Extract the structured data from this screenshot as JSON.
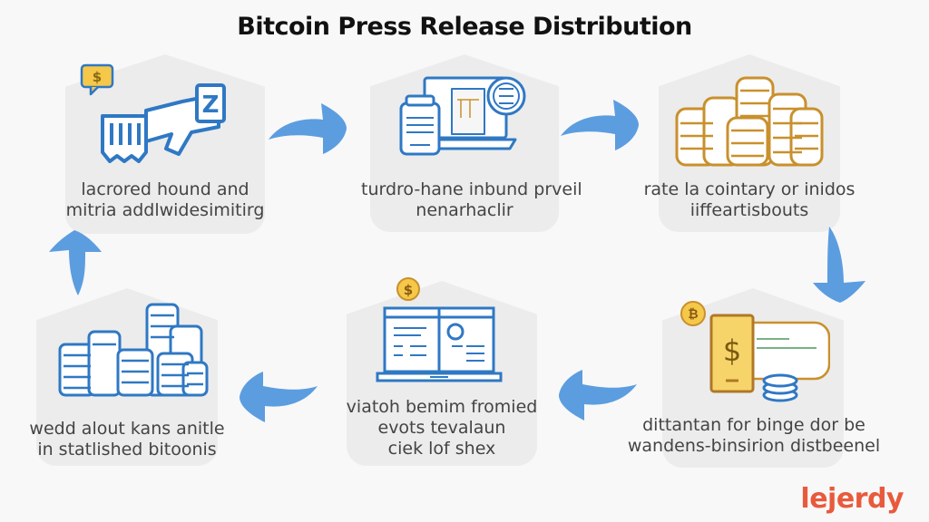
{
  "title": "Bitcoin Press Release Distribution",
  "colors": {
    "background": "#f8f8f8",
    "card": "#ececec",
    "arrow": "#5c9de0",
    "icon_blue": "#2f78c4",
    "icon_gold": "#c9902c",
    "coin_yellow": "#f5c84a",
    "logo": "#e85a3c"
  },
  "steps": [
    {
      "id": 1,
      "icon": "hand-giving-document-icon",
      "badge_icon": "dollar-speech-bubble-icon",
      "lines": [
        "lacrored hound and",
        "mitria addlwidesimitirg"
      ]
    },
    {
      "id": 2,
      "icon": "laptop-and-jar-icon",
      "badge_icon": "globe-icon",
      "lines": [
        "turdro-hane inbund prveil",
        "nenarhaclir"
      ]
    },
    {
      "id": 3,
      "icon": "coin-stacks-icon",
      "lines": [
        "rate la cointary or inidos",
        "iiffeartisbouts"
      ]
    },
    {
      "id": 4,
      "icon": "phone-dollar-chart-icon",
      "badge_icon": "bitcoin-coin-icon",
      "lines": [
        "dittantan for binge dor be",
        "wandens-binsirion distbeenel"
      ]
    },
    {
      "id": 5,
      "icon": "laptop-document-icon",
      "badge_icon": "dollar-coin-icon",
      "lines": [
        "viatoh bemim fromied",
        "evots tevalaun",
        "ciek lof shex"
      ]
    },
    {
      "id": 6,
      "icon": "blue-coin-stacks-icon",
      "lines": [
        "wedd alout kans anitle",
        "in statlished bitoonis"
      ]
    }
  ],
  "arrows": [
    {
      "from": 1,
      "to": 2,
      "direction": "right"
    },
    {
      "from": 2,
      "to": 3,
      "direction": "right"
    },
    {
      "from": 3,
      "to": 4,
      "direction": "down"
    },
    {
      "from": 4,
      "to": 5,
      "direction": "left"
    },
    {
      "from": 5,
      "to": 6,
      "direction": "left"
    },
    {
      "from": 6,
      "to": 1,
      "direction": "up"
    }
  ],
  "logo": "lejerdy"
}
